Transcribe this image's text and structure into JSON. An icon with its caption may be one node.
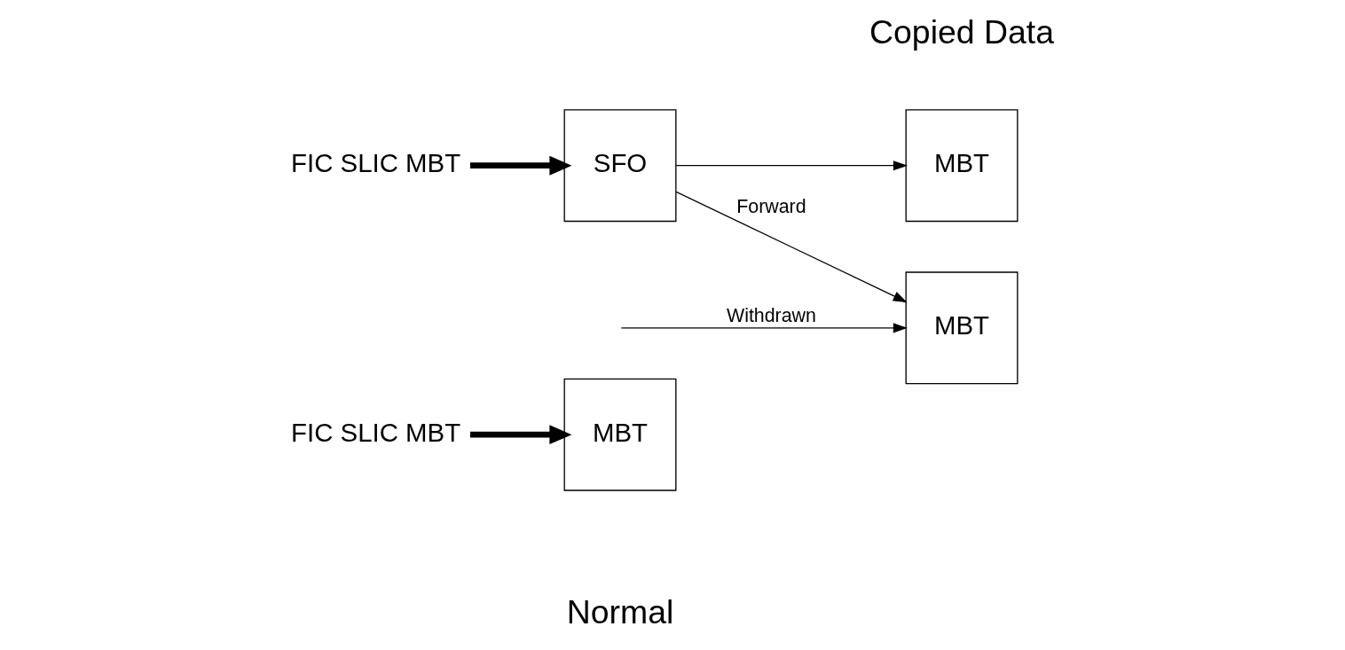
{
  "diagram": {
    "nodes": [
      {
        "text": [
          "FIC SLIC MBT"
        ]
      },
      {
        "text": [
          "MBT"
        ]
      },
      {
        "text": [
          "FIC SLIC MBT"
        ]
      },
      {
        "text": [
          "SFO"
        ]
      },
      {
        "text": [
          "MBT"
        ]
      },
      {
        "text": [
          "MBT"
        ]
      }
    ],
    "edges": [
      {
        "from": 0,
        "to": 1,
        "arrow": "to",
        "style": "thick"
      },
      {
        "from": 2,
        "to": 3,
        "arrow": "to",
        "style": "thick"
      },
      {
        "from": 3,
        "to": 4,
        "arrow": "to"
      },
      {
        "from": 3,
        "to": 5,
        "arrow": "to",
        "label": "Forward"
      },
      {
        "from": null,
        "to": 5,
        "arrow": "to",
        "label": "Withdrawn"
      }
    ],
    "labels": [
      "Normal",
      "Copied Data"
    ]
  }
}
